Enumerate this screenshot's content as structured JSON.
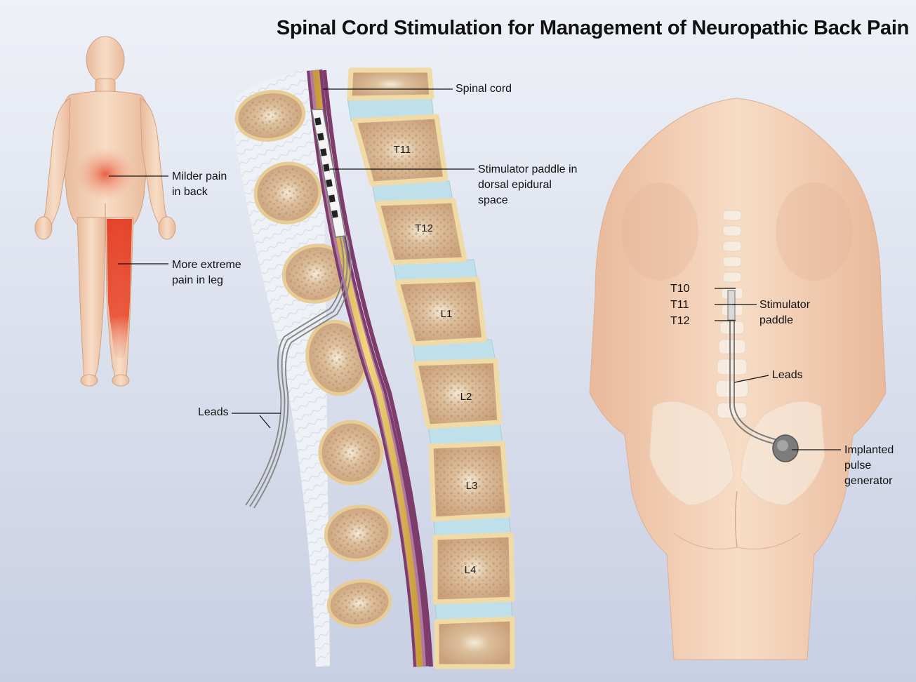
{
  "title": "Spinal Cord Stimulation for Management of Neuropathic Back Pain",
  "figure_left": {
    "labels": {
      "milder_pain": "Milder pain\nin back",
      "extreme_pain": "More extreme\npain in leg"
    }
  },
  "figure_center": {
    "labels": {
      "spinal_cord": "Spinal cord",
      "stimulator_paddle": "Stimulator paddle in\ndorsal epidural\nspace",
      "leads": "Leads"
    },
    "vertebrae": [
      "T11",
      "T12",
      "L1",
      "L2",
      "L3",
      "L4"
    ]
  },
  "figure_right": {
    "labels": {
      "t10": "T10",
      "t11": "T11",
      "t12": "T12",
      "stimulator_paddle": "Stimulator\npaddle",
      "leads": "Leads",
      "pulse_generator": "Implanted\npulse\ngenerator"
    }
  },
  "colors": {
    "background_top": "#eef1f7",
    "background_bottom": "#c9d0e4",
    "skin": "#f3d3ba",
    "bone_rim": "#f2dcab",
    "bone_marrow": "#d7b592",
    "disc": "#bfe0ea",
    "spinal_cord": "#e8c25a",
    "dura": "#8a4a78",
    "pain": "#e2361c",
    "leader_line": "#111111"
  }
}
